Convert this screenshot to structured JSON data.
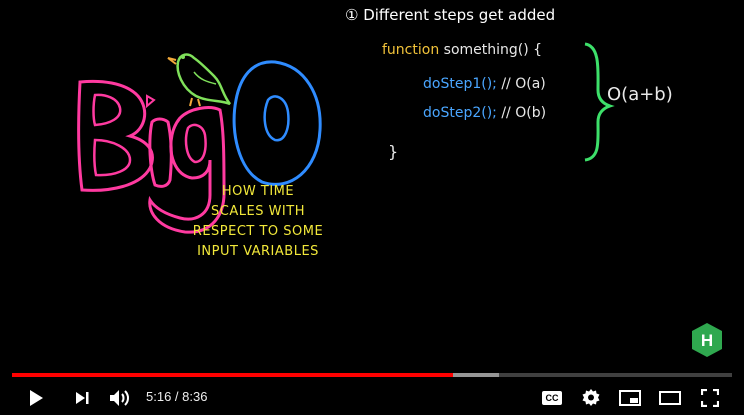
{
  "video": {
    "title_note": "① Different steps get added",
    "code": {
      "keyword": "function",
      "fn_name": "something() {",
      "line1_call": "doStep1();",
      "line1_comment": "// O(a)",
      "line2_call": "doStep2();",
      "line2_comment": "// O(b)",
      "close": "}"
    },
    "result": "O(a+b)",
    "logo_text": "Big O",
    "caption_lines": [
      "HOW TIME",
      "SCALES WITH",
      "RESPECT TO SOME",
      "INPUT VARIABLES"
    ],
    "watermark": "H"
  },
  "player": {
    "current_time": "5:16",
    "separator": " / ",
    "duration": "8:36",
    "played_fraction": 0.613,
    "buffered_fraction": 0.676,
    "cc_label": "CC"
  },
  "colors": {
    "accent": "#ff0000",
    "code_keyword": "#f2c33a",
    "code_blue": "#4aa6ff",
    "caption": "#f2e83a",
    "bracket": "#3de06a",
    "logo_pink": "#ff3aa0",
    "logo_blue": "#2f8cff"
  },
  "icons": [
    "play-icon",
    "next-icon",
    "volume-icon",
    "captions-icon",
    "settings-icon",
    "miniplayer-icon",
    "theater-icon",
    "fullscreen-icon"
  ]
}
